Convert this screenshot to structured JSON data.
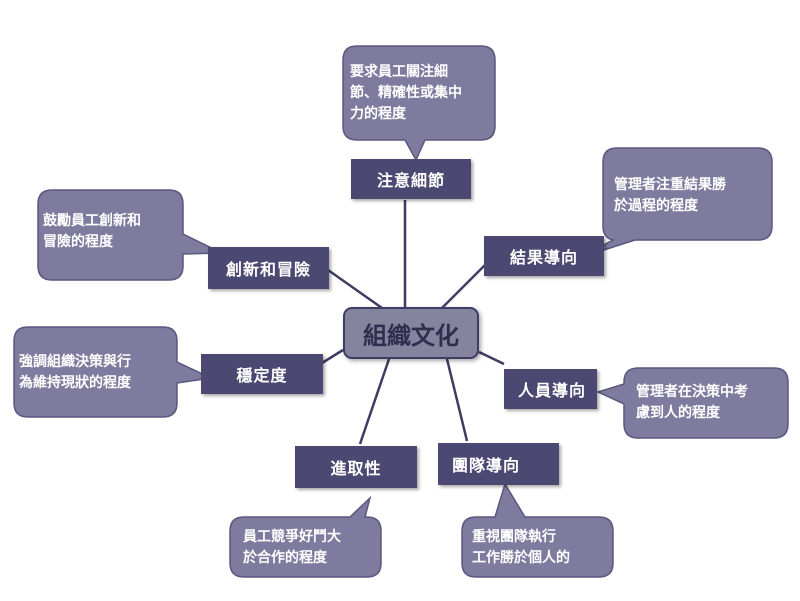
{
  "center": "組織文化",
  "nodes": {
    "attention_to_detail": {
      "label": "注意細節",
      "description": "要求員工關注細\n節、精確性或集中\n力的程度"
    },
    "outcome_orientation": {
      "label": "結果導向",
      "description": "管理者注重結果勝\n於過程的程度"
    },
    "people_orientation": {
      "label": "人員導向",
      "description": "管理者在決策中考\n慮到人的程度"
    },
    "team_orientation": {
      "label": "團隊導向",
      "description": "重視團隊執行\n工作勝於個人的"
    },
    "aggressiveness": {
      "label": "進取性",
      "description": "員工競爭好鬥大\n於合作的程度"
    },
    "stability": {
      "label": "穩定度",
      "description": "強調組織決策與行\n為維持現狀的程度"
    },
    "innovation_risk": {
      "label": "創新和冒險",
      "description": "鼓勵員工創新和\n冒險的程度"
    }
  },
  "colors": {
    "label_fill": "#4b4872",
    "bubble_fill": "#7e7b9e",
    "bubble_stroke": "#5a5780",
    "center_fill": "#85849f",
    "connector": "#3e3c60"
  }
}
